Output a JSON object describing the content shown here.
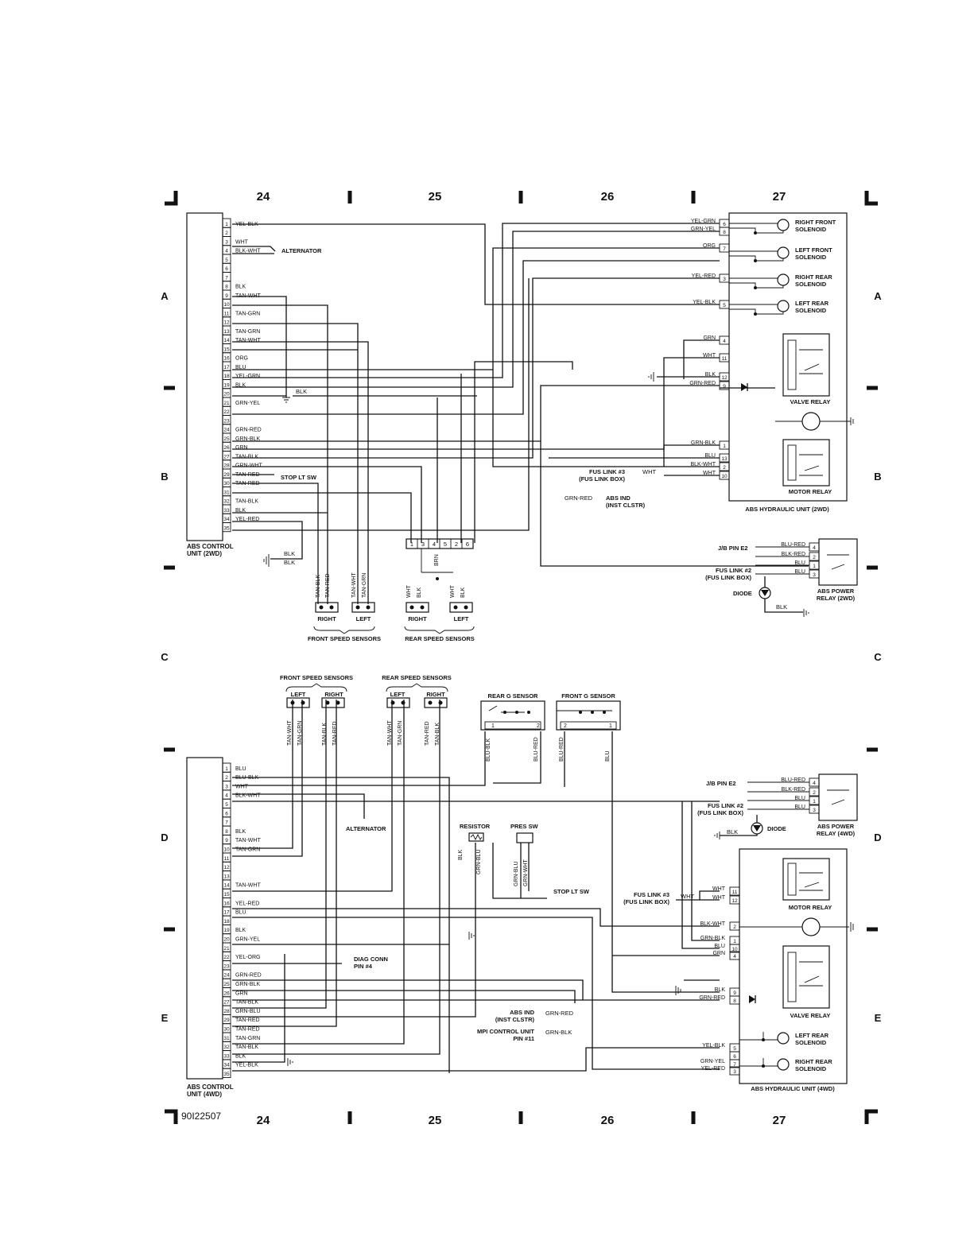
{
  "grid": {
    "columns": [
      "24",
      "25",
      "26",
      "27"
    ],
    "rows": [
      "A",
      "B",
      "C",
      "D",
      "E"
    ]
  },
  "figure_id": "90I22507",
  "top": {
    "ecu_title": "ABS CONTROL\nUNIT (2WD)",
    "pins": [
      {
        "n": "1",
        "w": "YEL-BLK"
      },
      {
        "n": "2",
        "w": ""
      },
      {
        "n": "3",
        "w": "WHT"
      },
      {
        "n": "4",
        "w": "BLK-WHT"
      },
      {
        "n": "5",
        "w": ""
      },
      {
        "n": "6",
        "w": ""
      },
      {
        "n": "7",
        "w": ""
      },
      {
        "n": "8",
        "w": "BLK"
      },
      {
        "n": "9",
        "w": "TAN-WHT"
      },
      {
        "n": "10",
        "w": ""
      },
      {
        "n": "11",
        "w": "TAN-GRN"
      },
      {
        "n": "12",
        "w": ""
      },
      {
        "n": "13",
        "w": "TAN-GRN"
      },
      {
        "n": "14",
        "w": "TAN-WHT"
      },
      {
        "n": "15",
        "w": ""
      },
      {
        "n": "16",
        "w": "ORG"
      },
      {
        "n": "17",
        "w": "BLU"
      },
      {
        "n": "18",
        "w": "YEL-GRN"
      },
      {
        "n": "19",
        "w": "BLK"
      },
      {
        "n": "20",
        "w": ""
      },
      {
        "n": "21",
        "w": "GRN-YEL"
      },
      {
        "n": "22",
        "w": ""
      },
      {
        "n": "23",
        "w": ""
      },
      {
        "n": "24",
        "w": "GRN-RED"
      },
      {
        "n": "25",
        "w": "GRN-BLK"
      },
      {
        "n": "26",
        "w": "GRN"
      },
      {
        "n": "27",
        "w": "TAN-BLK"
      },
      {
        "n": "28",
        "w": "GRN-WHT"
      },
      {
        "n": "29",
        "w": "TAN-RED"
      },
      {
        "n": "30",
        "w": "TAN-RED"
      },
      {
        "n": "31",
        "w": ""
      },
      {
        "n": "32",
        "w": "TAN-BLK"
      },
      {
        "n": "33",
        "w": "BLK"
      },
      {
        "n": "34",
        "w": "YEL-RED"
      },
      {
        "n": "35",
        "w": ""
      }
    ],
    "alternator": "ALTERNATOR",
    "blk_mid": "BLK",
    "stop_lt_sw": "STOP LT SW",
    "gnd_blk1": "BLK",
    "gnd_blk2": "BLK",
    "sensor_wires": [
      "TAN-BLK",
      "TAN-RED",
      "TAN-WHT",
      "TAN-GRN",
      "WHT",
      "BLK",
      "BRN",
      "WHT",
      "BLK"
    ],
    "connector_pins": [
      "1",
      "3",
      "4",
      "5",
      "2",
      "6"
    ],
    "sensor_labels": [
      "RIGHT",
      "LEFT",
      "RIGHT",
      "LEFT"
    ],
    "front_group": "FRONT SPEED SENSORS",
    "rear_group": "REAR SPEED SENSORS",
    "hu_pins": [
      {
        "w": "YEL-GRN",
        "n": "6"
      },
      {
        "w": "GRN-YEL",
        "n": "8"
      },
      {
        "w": "ORG",
        "n": "7"
      },
      {
        "w": "YEL-RED",
        "n": "3"
      },
      {
        "w": "YEL-BLK",
        "n": "5"
      },
      {
        "w": "GRN",
        "n": "4"
      },
      {
        "w": "WHT",
        "n": "11"
      },
      {
        "w": "BLK",
        "n": "12"
      },
      {
        "w": "GRN-RED",
        "n": "9"
      },
      {
        "w": "GRN-BLK",
        "n": "1"
      },
      {
        "w": "BLU",
        "n": "13"
      },
      {
        "w": "BLK-WHT",
        "n": "2"
      },
      {
        "w": "WHT",
        "n": "10"
      }
    ],
    "solenoids": [
      "RIGHT FRONT\nSOLENOID",
      "LEFT FRONT\nSOLENOID",
      "RIGHT REAR\nSOLENOID",
      "LEFT REAR\nSOLENOID"
    ],
    "valve_relay": "VALVE RELAY",
    "motor_relay": "MOTOR RELAY",
    "hu_title": "ABS HYDRAULIC UNIT (2WD)",
    "fus3": "FUS LINK #3\n(FUS LINK BOX)",
    "fus3_wire": "WHT",
    "abs_ind": "ABS IND\n(INST CLSTR)",
    "abs_ind_wire": "GRN-RED",
    "jb": "J/B PIN E2",
    "fus2": "FUS LINK #2\n(FUS LINK BOX)",
    "diode": "DIODE",
    "diode_blk": "BLK",
    "pr_pins": [
      {
        "w": "BLU-RED",
        "n": "4"
      },
      {
        "w": "BLK-RED",
        "n": "2"
      },
      {
        "w": "BLU",
        "n": "1"
      },
      {
        "w": "BLU",
        "n": "3"
      }
    ],
    "pr_title": "ABS POWER\nRELAY (2WD)"
  },
  "bottom": {
    "ecu_title": "ABS CONTROL\nUNIT (4WD)",
    "pins": [
      {
        "n": "1",
        "w": "BLU"
      },
      {
        "n": "2",
        "w": "BLU-BLK"
      },
      {
        "n": "3",
        "w": "WHT"
      },
      {
        "n": "4",
        "w": "BLK-WHT"
      },
      {
        "n": "5",
        "w": ""
      },
      {
        "n": "6",
        "w": ""
      },
      {
        "n": "7",
        "w": ""
      },
      {
        "n": "8",
        "w": "BLK"
      },
      {
        "n": "9",
        "w": "TAN-WHT"
      },
      {
        "n": "10",
        "w": "TAN-GRN"
      },
      {
        "n": "11",
        "w": ""
      },
      {
        "n": "12",
        "w": ""
      },
      {
        "n": "13",
        "w": ""
      },
      {
        "n": "14",
        "w": "TAN-WHT"
      },
      {
        "n": "15",
        "w": ""
      },
      {
        "n": "16",
        "w": "YEL-RED"
      },
      {
        "n": "17",
        "w": "BLU"
      },
      {
        "n": "18",
        "w": ""
      },
      {
        "n": "19",
        "w": "BLK"
      },
      {
        "n": "20",
        "w": "GRN-YEL"
      },
      {
        "n": "21",
        "w": ""
      },
      {
        "n": "22",
        "w": "YEL-ORG"
      },
      {
        "n": "23",
        "w": ""
      },
      {
        "n": "24",
        "w": "GRN-RED"
      },
      {
        "n": "25",
        "w": "GRN-BLK"
      },
      {
        "n": "26",
        "w": "GRN"
      },
      {
        "n": "27",
        "w": "TAN-BLK"
      },
      {
        "n": "28",
        "w": "GRN-BLU"
      },
      {
        "n": "29",
        "w": "TAN-RED"
      },
      {
        "n": "30",
        "w": "TAN-RED"
      },
      {
        "n": "31",
        "w": "TAN-GRN"
      },
      {
        "n": "32",
        "w": "TAN-BLK"
      },
      {
        "n": "33",
        "w": "BLK"
      },
      {
        "n": "34",
        "w": "YEL-BLK"
      },
      {
        "n": "35",
        "w": ""
      }
    ],
    "front_group": "FRONT SPEED SENSORS",
    "rear_group": "REAR SPEED SENSORS",
    "sensor_labels": [
      "LEFT",
      "RIGHT",
      "LEFT",
      "RIGHT"
    ],
    "sensor_wires": [
      "TAN-WHT",
      "TAN-GRN",
      "TAN-BLK",
      "TAN-RED",
      "TAN-WHT",
      "TAN-GRN",
      "TAN-RED",
      "TAN-BLK"
    ],
    "rear_g": "REAR G SENSOR",
    "front_g": "FRONT G SENSOR",
    "g_wires": [
      "BLU-BLK",
      "BLU-RED",
      "BLU-RED",
      "BLU"
    ],
    "g_pins": [
      "1",
      "2",
      "2",
      "1"
    ],
    "alternator": "ALTERNATOR",
    "resistor": "RESISTOR",
    "pres_sw": "PRES SW",
    "res_wires": [
      "BLK",
      "GRN-BLU"
    ],
    "pres_wires": [
      "GRN-BLU",
      "GRN-WHT"
    ],
    "stop_lt_sw": "STOP LT SW",
    "diag": "DIAG CONN\nPIN #4",
    "abs_ind": "ABS IND\n(INST CLSTR)",
    "abs_ind_wire": "GRN-RED",
    "mpi": "MPI CONTROL UNIT\nPIN #11",
    "mpi_wire": "GRN-BLK",
    "jb": "J/B PIN E2",
    "fus2": "FUS LINK #2\n(FUS LINK BOX)",
    "diode": "DIODE",
    "diode_blk": "BLK",
    "pr_pins": [
      {
        "w": "BLU-RED",
        "n": "4"
      },
      {
        "w": "BLK-RED",
        "n": "2"
      },
      {
        "w": "BLU",
        "n": "1"
      },
      {
        "w": "BLU",
        "n": "3"
      }
    ],
    "pr_title": "ABS POWER\nRELAY (4WD)",
    "fus3": "FUS LINK #3\n(FUS LINK BOX)",
    "fus3_wire": "WHT",
    "hu_pins": [
      {
        "w": "WHT",
        "n": "11"
      },
      {
        "w": "WHT",
        "n": "12"
      },
      {
        "w": "BLK-WHT",
        "n": "2"
      },
      {
        "w": "GRN-BLK",
        "n": "1"
      },
      {
        "w": "BLU",
        "n": "10"
      },
      {
        "w": "GRN",
        "n": "4"
      },
      {
        "w": "BLK",
        "n": "9"
      },
      {
        "w": "GRN-RED",
        "n": "8"
      },
      {
        "w": "YEL-BLK",
        "n": "5"
      },
      {
        "w": "",
        "n": "6"
      },
      {
        "w": "GRN-YEL",
        "n": "7"
      },
      {
        "w": "YEL-RED",
        "n": "3"
      }
    ],
    "motor_relay": "MOTOR RELAY",
    "valve_relay": "VALVE RELAY",
    "solenoids": [
      "LEFT REAR\nSOLENOID",
      "RIGHT REAR\nSOLENOID"
    ],
    "hu_title": "ABS HYDRAULIC UNIT (4WD)"
  }
}
